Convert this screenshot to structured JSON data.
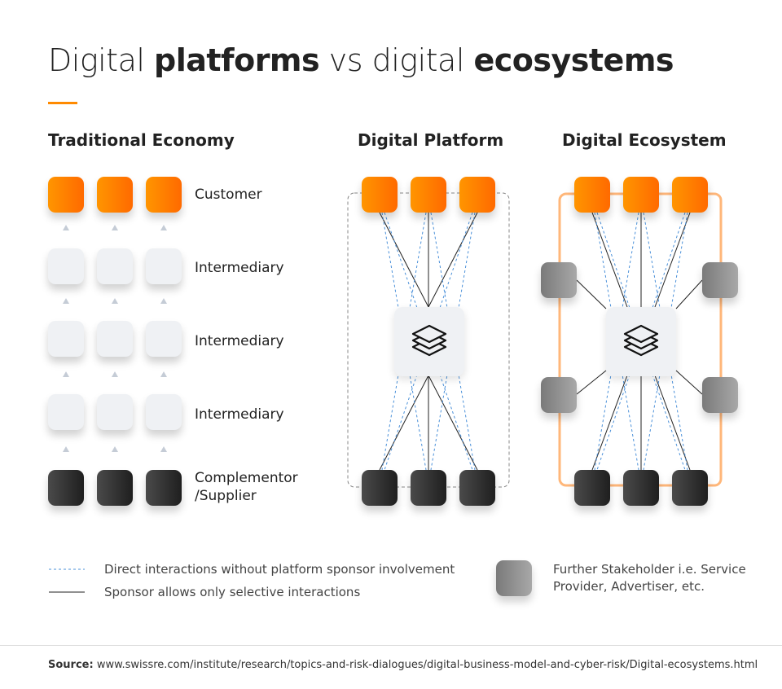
{
  "title": {
    "part1": "Digital ",
    "bold1": "platforms",
    "part2": " vs digital ",
    "bold2": "ecosystems"
  },
  "columns": {
    "traditional": "Traditional Economy",
    "platform": "Digital Platform",
    "ecosystem": "Digital Ecosystem"
  },
  "rows": [
    "Customer",
    "Intermediary",
    "Intermediary",
    "Intermediary",
    "Complementor\n/Supplier"
  ],
  "row_labels": {
    "customer": "Customer",
    "intermediary1": "Intermediary",
    "intermediary2": "Intermediary",
    "intermediary3": "Intermediary",
    "complementor": "Complementor",
    "supplier": "/Supplier"
  },
  "legend": {
    "dashed": "Direct interactions without platform sponsor involvement",
    "solid": "Sponsor allows only selective interactions",
    "stakeholder_line1": "Further Stakeholder i.e. Service",
    "stakeholder_line2": "Provider, Advertiser, etc."
  },
  "source": {
    "label": "Source:",
    "text": " www.swissre.com/institute/research/topics-and-risk-dialogues/digital-business-model-and-cyber-risk/Digital-ecosystems.html"
  },
  "colors": {
    "accent": "#ff8a00",
    "dashed": "#4a90d9",
    "solid": "#222222",
    "ecosystem_border": "#ffb77a"
  }
}
